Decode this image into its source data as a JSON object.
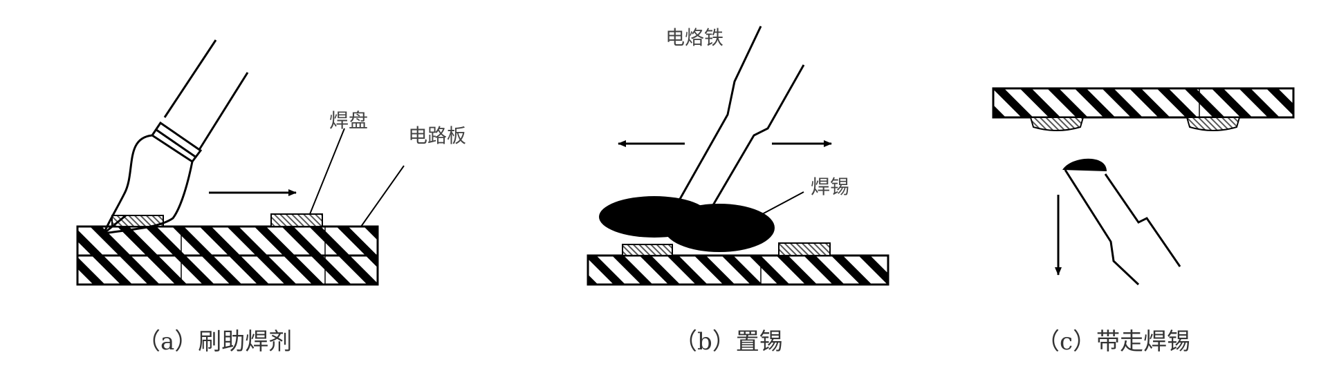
{
  "panel_a": {
    "caption": "（a）刷助焊剂",
    "label_pad": "焊盘",
    "label_board": "电路板"
  },
  "panel_b": {
    "caption": "（b）置锡",
    "label_iron": "电烙铁",
    "label_solder": "焊锡"
  },
  "panel_c": {
    "caption": "（c）带走焊锡"
  },
  "colors": {
    "ink": "#000000",
    "text": "#444444",
    "background": "#ffffff"
  }
}
